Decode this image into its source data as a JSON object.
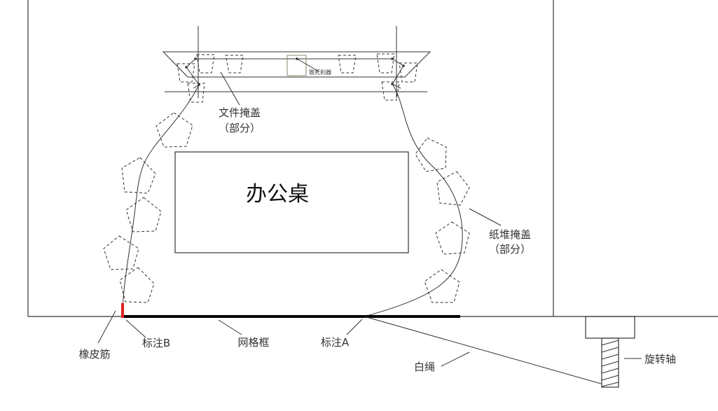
{
  "labels": {
    "desk": "办公桌",
    "file_cover_line1": "文件掩盖",
    "file_cover_line2": "（部分）",
    "paper_cover_line1": "纸堆掩盖",
    "paper_cover_line2": "（部分）",
    "rubber_band": "橡皮筋",
    "mark_b": "标注B",
    "grid_frame": "网格框",
    "mark_a": "标注A",
    "white_rope": "白绳",
    "rotating_shaft": "旋转轴",
    "trap_item": "致死利器"
  },
  "colors": {
    "line": "#333333",
    "rubber_band": "#e02020",
    "grid_frame": "#000000",
    "trap_item": "#8a8a70"
  }
}
